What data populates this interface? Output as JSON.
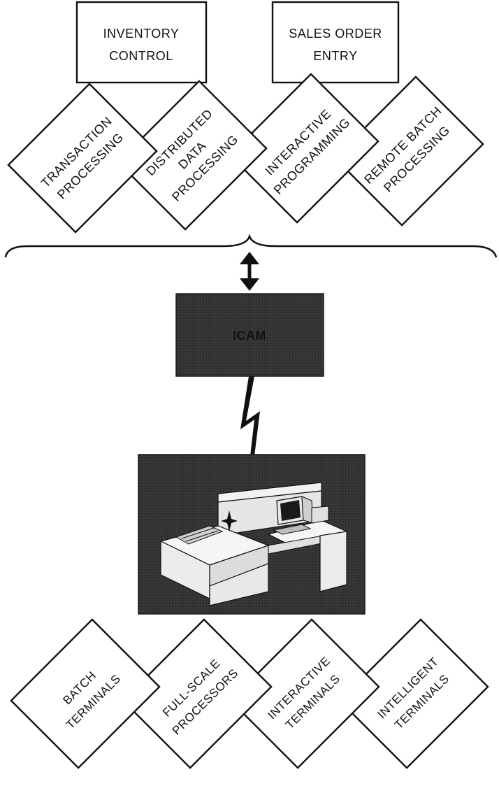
{
  "top_boxes": [
    {
      "line1": "INVENTORY",
      "line2": "CONTROL"
    },
    {
      "line1": "SALES ORDER",
      "line2": "ENTRY"
    }
  ],
  "upper_diamonds": [
    {
      "lines": [
        "TRANSACTION",
        "PROCESSING"
      ]
    },
    {
      "lines": [
        "DISTRIBUTED",
        "DATA",
        "PROCESSING"
      ]
    },
    {
      "lines": [
        "INTERACTIVE",
        "PROGRAMMING"
      ]
    },
    {
      "lines": [
        "REMOTE BATCH",
        "PROCESSING"
      ]
    }
  ],
  "host_box": {
    "label": "ICAM"
  },
  "lower_diamonds": [
    {
      "lines": [
        "BATCH",
        "TERMINALS"
      ]
    },
    {
      "lines": [
        "FULL-SCALE",
        "PROCESSORS"
      ]
    },
    {
      "lines": [
        "INTERACTIVE",
        "TERMINALS"
      ]
    },
    {
      "lines": [
        "INTELLIGENT",
        "TERMINALS"
      ]
    }
  ],
  "colors": {
    "ink": "#111111",
    "panel_dark": "#2a2a2a",
    "panel_mid": "#3a3a3a"
  }
}
